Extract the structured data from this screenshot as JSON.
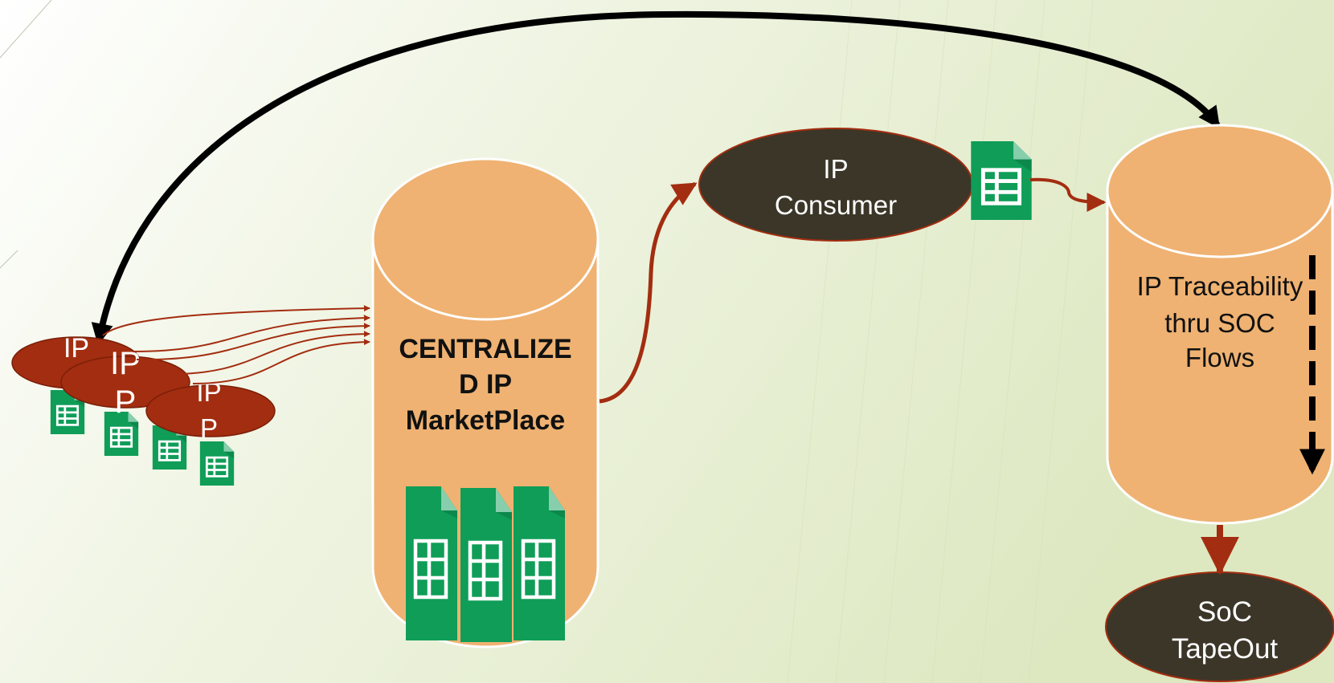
{
  "diagram": {
    "producers": [
      {
        "line1": "IP",
        "line2": ""
      },
      {
        "line1": "IP",
        "line2": "P"
      },
      {
        "line1": "IP",
        "line2": "P"
      }
    ],
    "marketplace": {
      "line1": "CENTRALIZE",
      "line2": "D IP",
      "line3": "MarketPlace"
    },
    "consumer": {
      "line1": "IP",
      "line2": "Consumer"
    },
    "traceability": {
      "line1": "IP Traceability",
      "line2": "thru SOC",
      "line3": "Flows"
    },
    "tapeout": {
      "line1": "SoC",
      "line2": "TapeOut"
    },
    "colors": {
      "cylinder": "#efb272",
      "producer": "#a32d10",
      "dark_node": "#3b3628",
      "arrow_red": "#a32d10",
      "sheet_green": "#0f9d58"
    },
    "icons": [
      "spreadsheet-icon"
    ]
  }
}
